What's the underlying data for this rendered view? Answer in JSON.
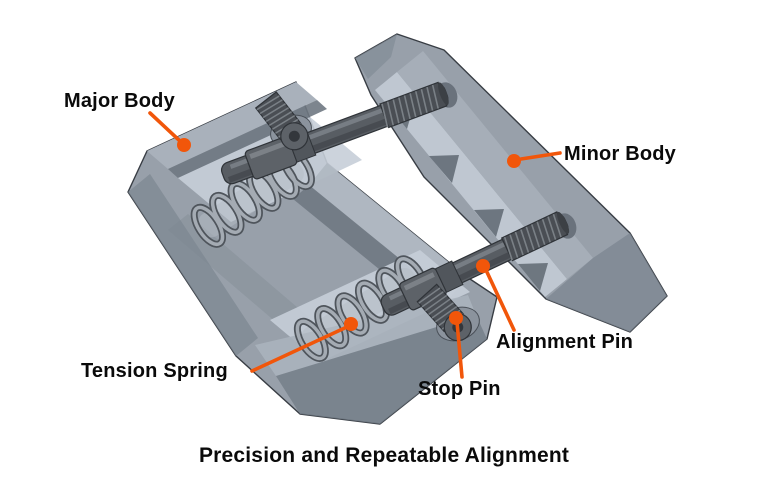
{
  "figure": {
    "caption": "Precision and Repeatable Alignment",
    "labels": {
      "major_body": "Major Body",
      "minor_body": "Minor Body",
      "tension_spring": "Tension Spring",
      "alignment_pin": "Alignment Pin",
      "stop_pin": "Stop Pin"
    },
    "colors": {
      "accent_orange": "#F1560A",
      "label_text": "#0A0A0A",
      "background": "#FFFFFF",
      "body_gray": "#9AA2AC",
      "body_light": "#C6CED8",
      "body_dark": "#747C86",
      "pin_dark": "#53575D"
    }
  }
}
